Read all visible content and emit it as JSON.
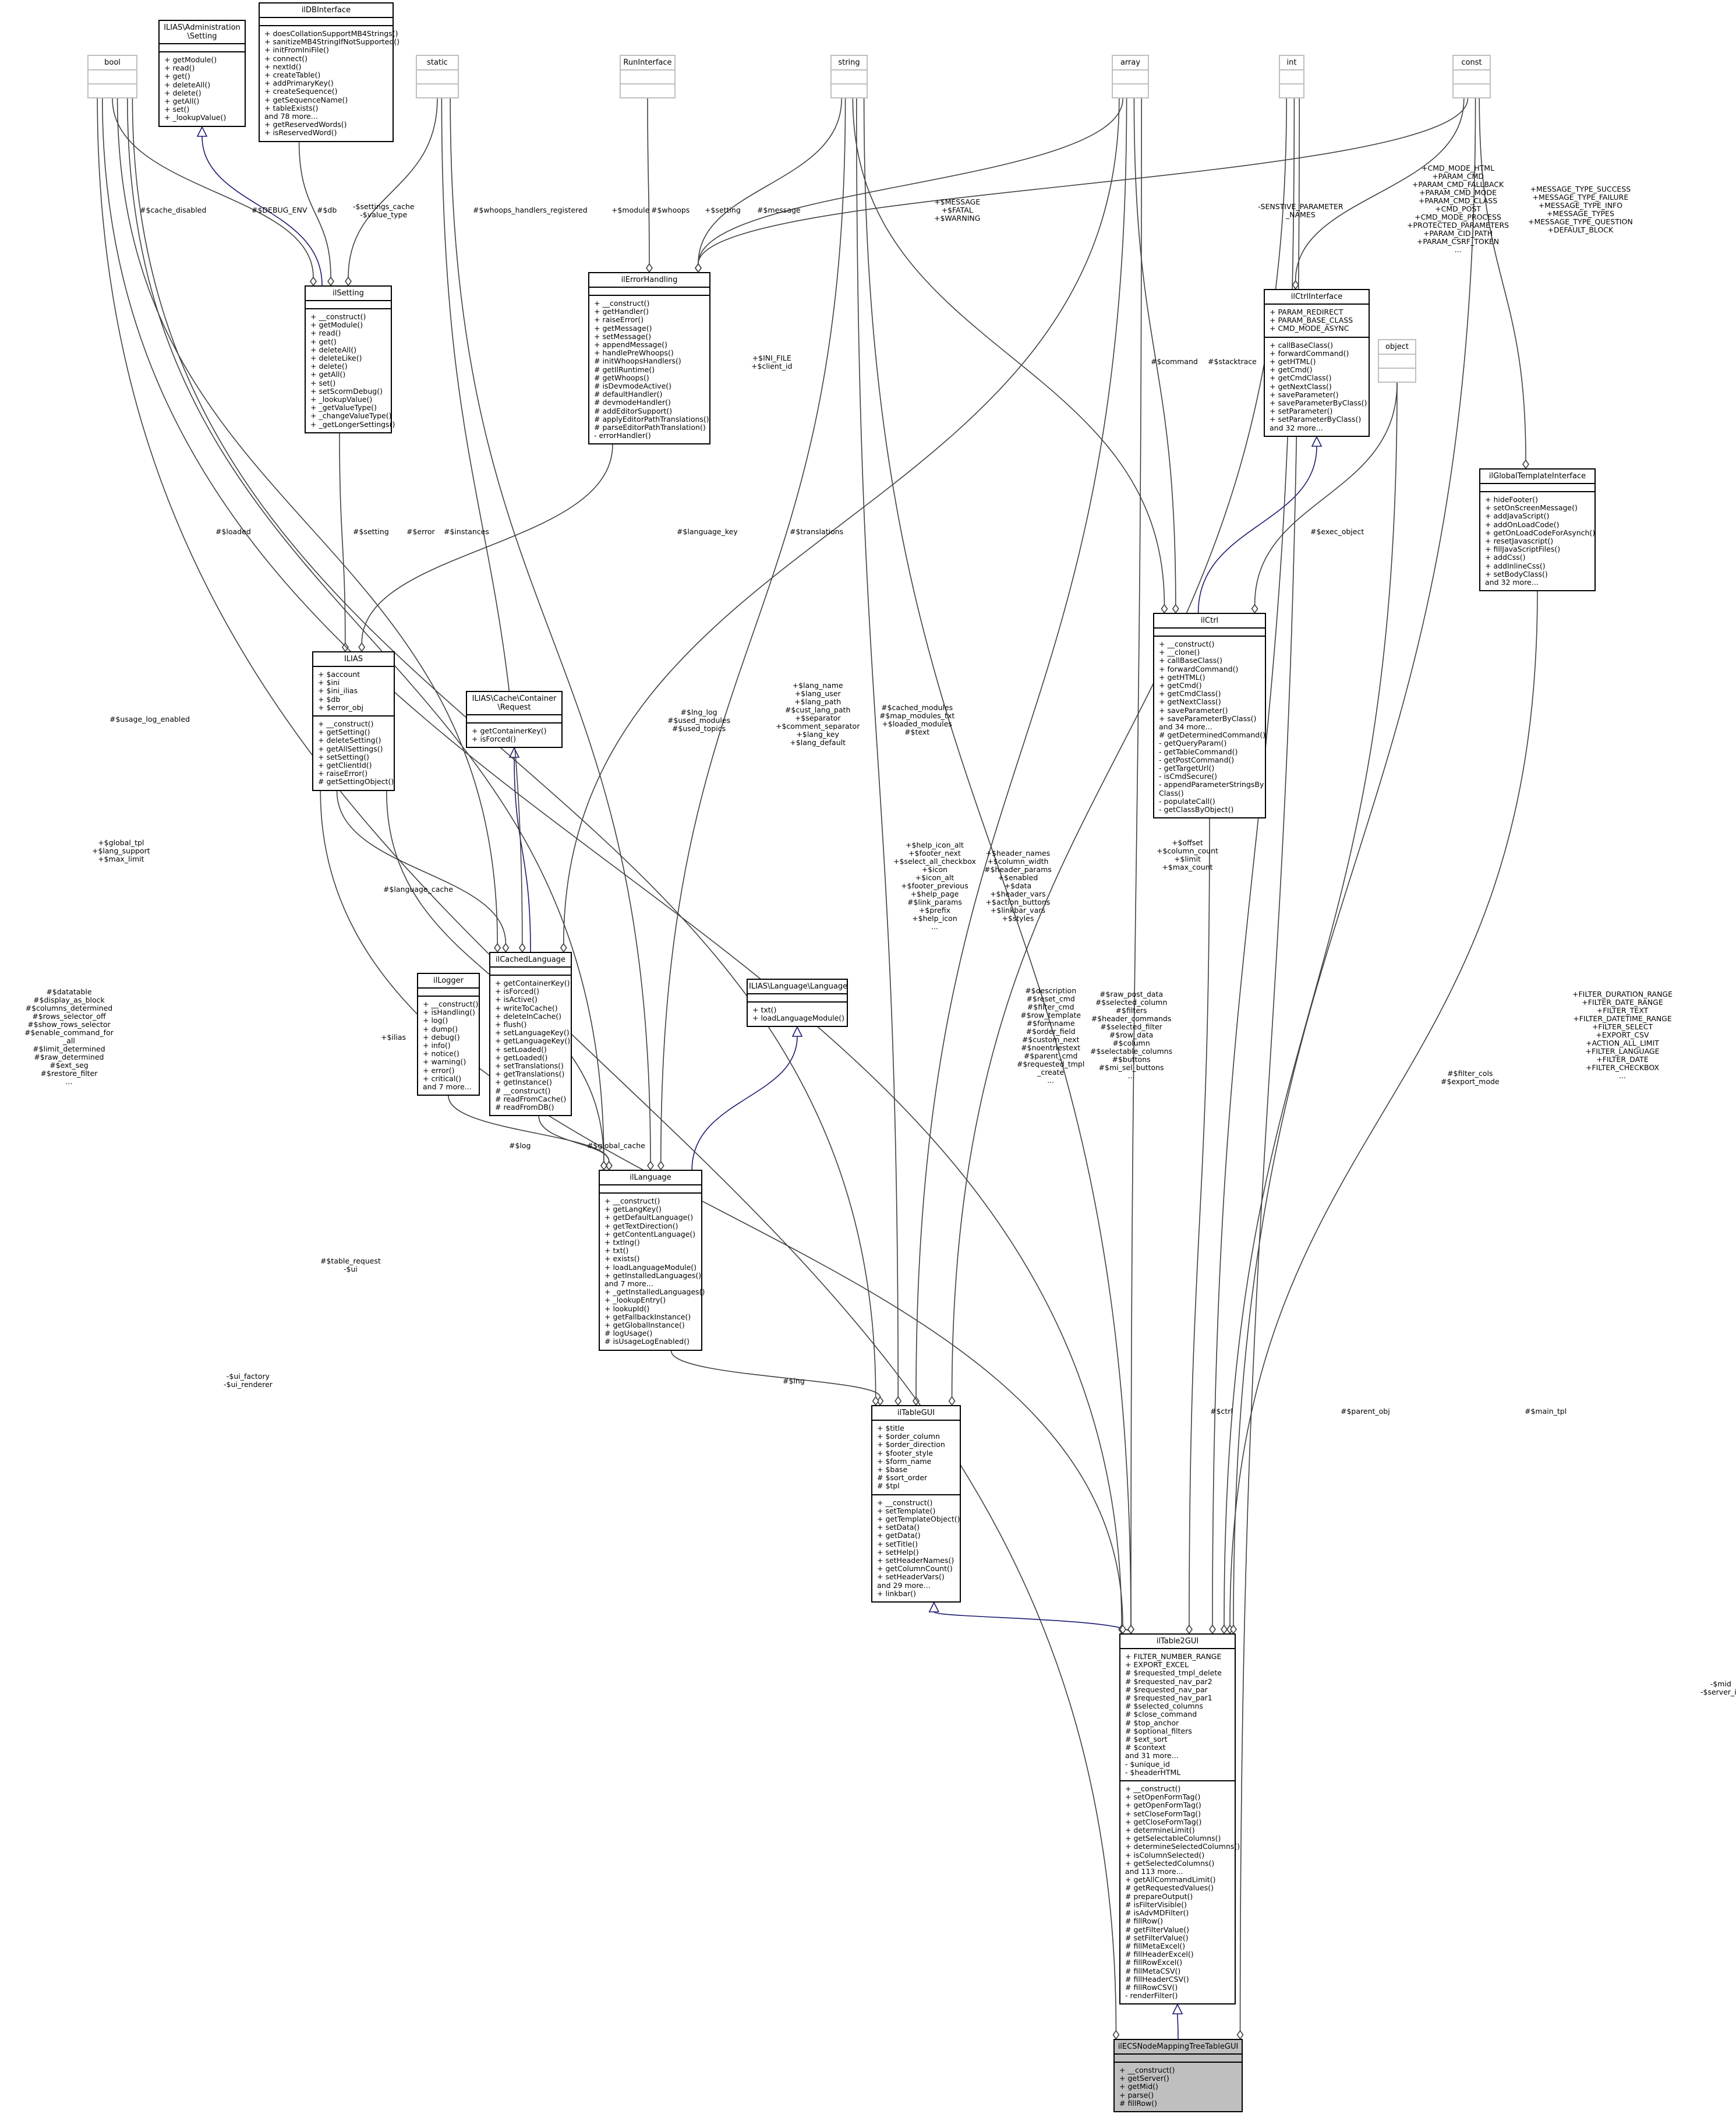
{
  "classes": [
    {
      "id": "bool",
      "name": "bool",
      "stub": true,
      "attrs": [],
      "ops": []
    },
    {
      "id": "adm",
      "name": "ILIAS\\Administration\n\\Setting",
      "attrs": [],
      "ops": [
        "+ getModule()",
        "+ read()",
        "+ get()",
        "+ deleteAll()",
        "+ delete()",
        "+ getAll()",
        "+ set()",
        "+ _lookupValue()"
      ]
    },
    {
      "id": "db",
      "name": "ilDBInterface",
      "attrs": [],
      "ops": [
        "+ doesCollationSupportMB4Strings()",
        "+ sanitizeMB4StringIfNotSupported()",
        "+ initFromIniFile()",
        "+ connect()",
        "+ nextId()",
        "+ createTable()",
        "+ addPrimaryKey()",
        "+ createSequence()",
        "+ getSequenceName()",
        "+ tableExists()",
        "and 78 more...",
        "+ getReservedWords()",
        "+ isReservedWord()"
      ]
    },
    {
      "id": "static",
      "name": "static",
      "stub": true,
      "attrs": [],
      "ops": []
    },
    {
      "id": "run",
      "name": "RunInterface",
      "stub": true,
      "attrs": [],
      "ops": []
    },
    {
      "id": "string",
      "name": "string",
      "stub": true,
      "attrs": [],
      "ops": []
    },
    {
      "id": "array",
      "name": "array",
      "stub": true,
      "attrs": [],
      "ops": []
    },
    {
      "id": "int",
      "name": "int",
      "stub": true,
      "attrs": [],
      "ops": []
    },
    {
      "id": "const",
      "name": "const",
      "stub": true,
      "attrs": [],
      "ops": []
    },
    {
      "id": "setting",
      "name": "ilSetting",
      "attrs": [],
      "ops": [
        "+ __construct()",
        "+ getModule()",
        "+ read()",
        "+ get()",
        "+ deleteAll()",
        "+ deleteLike()",
        "+ delete()",
        "+ getAll()",
        "+ set()",
        "+ setScormDebug()",
        "+ _lookupValue()",
        "+ _getValueType()",
        "+ _changeValueType()",
        "+ _getLongerSettings()"
      ]
    },
    {
      "id": "err",
      "name": "ilErrorHandling",
      "attrs": [],
      "ops": [
        "+ __construct()",
        "+ getHandler()",
        "+ raiseError()",
        "+ getMessage()",
        "+ setMessage()",
        "+ appendMessage()",
        "+ handlePreWhoops()",
        "# initWhoopsHandlers()",
        "# getIlRuntime()",
        "# getWhoops()",
        "# isDevmodeActive()",
        "# defaultHandler()",
        "# devmodeHandler()",
        "# addEditorSupport()",
        "# applyEditorPathTranslations()",
        "# parseEditorPathTranslation()",
        "- errorHandler()"
      ]
    },
    {
      "id": "ctrlif",
      "name": "ilCtrlInterface",
      "attrs": [
        "+ PARAM_REDIRECT",
        "+ PARAM_BASE_CLASS",
        "+ CMD_MODE_ASYNC"
      ],
      "ops": [
        "+ callBaseClass()",
        "+ forwardCommand()",
        "+ getHTML()",
        "+ getCmd()",
        "+ getCmdClass()",
        "+ getNextClass()",
        "+ saveParameter()",
        "+ saveParameterByClass()",
        "+ setParameter()",
        "+ setParameterByClass()",
        "and 32 more..."
      ]
    },
    {
      "id": "object",
      "name": "object",
      "stub": true,
      "attrs": [],
      "ops": []
    },
    {
      "id": "gtpl",
      "name": "ilGlobalTemplateInterface",
      "attrs": [],
      "ops": [
        "+ hideFooter()",
        "+ setOnScreenMessage()",
        "+ addJavaScript()",
        "+ addOnLoadCode()",
        "+ getOnLoadCodeForAsynch()",
        "+ resetJavascript()",
        "+ fillJavaScriptFiles()",
        "+ addCss()",
        "+ addInlineCss()",
        "+ setBodyClass()",
        "and 32 more..."
      ]
    },
    {
      "id": "ctrl",
      "name": "ilCtrl",
      "attrs": [],
      "ops": [
        "+ __construct()",
        "+ __clone()",
        "+ callBaseClass()",
        "+ forwardCommand()",
        "+ getHTML()",
        "+ getCmd()",
        "+ getCmdClass()",
        "+ getNextClass()",
        "+ saveParameter()",
        "+ saveParameterByClass()",
        "and 34 more...",
        "# getDeterminedCommand()",
        "- getQueryParam()",
        "- getTableCommand()",
        "- getPostCommand()",
        "- getTargetUrl()",
        "- isCmdSecure()",
        "- appendParameterStringsBy\nClass()",
        "- populateCall()",
        "- getClassByObject()"
      ]
    },
    {
      "id": "ilias",
      "name": "ILIAS",
      "attrs": [
        "+ $account",
        "+ $ini",
        "+ $ini_ilias",
        "+ $db",
        "+ $error_obj"
      ],
      "ops": [
        "+ __construct()",
        "+ getSetting()",
        "+ deleteSetting()",
        "+ getAllSettings()",
        "+ setSetting()",
        "+ getClientId()",
        "+ raiseError()",
        "# getSettingObject()"
      ]
    },
    {
      "id": "cache",
      "name": "ILIAS\\Cache\\Container\n\\Request",
      "attrs": [],
      "ops": [
        "+ getContainerKey()",
        "+ isForced()"
      ]
    },
    {
      "id": "logger",
      "name": "ilLogger",
      "attrs": [],
      "ops": [
        "+ __construct()",
        "+ isHandling()",
        "+ log()",
        "+ dump()",
        "+ debug()",
        "+ info()",
        "+ notice()",
        "+ warning()",
        "+ error()",
        "+ critical()",
        "and 7 more..."
      ]
    },
    {
      "id": "cachedlang",
      "name": "ilCachedLanguage",
      "attrs": [],
      "ops": [
        "+ getContainerKey()",
        "+ isForced()",
        "+ isActive()",
        "+ writeToCache()",
        "+ deleteInCache()",
        "+ flush()",
        "+ setLanguageKey()",
        "+ getLanguageKey()",
        "+ setLoaded()",
        "+ getLoaded()",
        "+ setTranslations()",
        "+ getTranslations()",
        "+ getInstance()",
        "# __construct()",
        "# readFromCache()",
        "# readFromDB()"
      ]
    },
    {
      "id": "langif",
      "name": "ILIAS\\Language\\Language",
      "attrs": [],
      "ops": [
        "+ txt()",
        "+ loadLanguageModule()"
      ]
    },
    {
      "id": "lang",
      "name": "ilLanguage",
      "attrs": [],
      "ops": [
        "+ __construct()",
        "+ getLangKey()",
        "+ getDefaultLanguage()",
        "+ getTextDirection()",
        "+ getContentLanguage()",
        "+ txtlng()",
        "+ txt()",
        "+ exists()",
        "+ loadLanguageModule()",
        "+ getInstalledLanguages()",
        "and 7 more...",
        "+ _getInstalledLanguages()",
        "+ _lookupEntry()",
        "+ lookupId()",
        "+ getFallbackInstance()",
        "+ getGlobalInstance()",
        "# logUsage()",
        "# isUsageLogEnabled()"
      ]
    },
    {
      "id": "table",
      "name": "ilTableGUI",
      "attrs": [
        "+ $title",
        "+ $order_column",
        "+ $order_direction",
        "+ $footer_style",
        "+ $form_name",
        "+ $base",
        "# $sort_order",
        "# $tpl"
      ],
      "ops": [
        "+ __construct()",
        "+ setTemplate()",
        "+ getTemplateObject()",
        "+ setData()",
        "+ getData()",
        "+ setTitle()",
        "+ setHelp()",
        "+ setHeaderNames()",
        "+ getColumnCount()",
        "+ setHeaderVars()",
        "and 29 more...",
        "+ linkbar()"
      ]
    },
    {
      "id": "table2",
      "name": "ilTable2GUI",
      "attrs": [
        "+ FILTER_NUMBER_RANGE",
        "+ EXPORT_EXCEL",
        "# $requested_tmpl_delete",
        "# $requested_nav_par2",
        "# $requested_nav_par",
        "# $requested_nav_par1",
        "# $selected_columns",
        "# $close_command",
        "# $top_anchor",
        "# $optional_filters",
        "# $ext_sort",
        "# $context",
        "and 31 more...",
        "- $unique_id",
        "- $headerHTML"
      ],
      "ops": [
        "+ __construct()",
        "+ setOpenFormTag()",
        "+ getOpenFormTag()",
        "+ setCloseFormTag()",
        "+ getCloseFormTag()",
        "+ determineLimit()",
        "+ getSelectableColumns()",
        "+ determineSelectedColumns()",
        "+ isColumnSelected()",
        "+ getSelectedColumns()",
        "and 113 more...",
        "+ getAllCommandLimit()",
        "# getRequestedValues()",
        "# prepareOutput()",
        "# isFilterVisible()",
        "# isAdvMDFilter()",
        "# fillRow()",
        "# getFilterValue()",
        "# setFilterValue()",
        "# fillMetaExcel()",
        "# fillHeaderExcel()",
        "# fillRowExcel()",
        "# fillMetaCSV()",
        "# fillHeaderCSV()",
        "# fillRowCSV()",
        "- renderFilter()"
      ]
    },
    {
      "id": "ecs",
      "name": "ilECSNodeMappingTreeTableGUI",
      "hl": true,
      "attrs": [],
      "ops": [
        "+ __construct()",
        "+ getServer()",
        "+ getMid()",
        "+ parse()",
        "# fillRow()"
      ]
    }
  ],
  "edge_labels": [
    {
      "id": "e1",
      "text": "#$cache_disabled"
    },
    {
      "id": "e2",
      "text": "#$DEBUG_ENV"
    },
    {
      "id": "e3",
      "text": "#$db"
    },
    {
      "id": "e4",
      "text": "-$settings_cache\n-$value_type"
    },
    {
      "id": "e5",
      "text": "#$whoops_handlers_registered"
    },
    {
      "id": "e6",
      "text": "+$module"
    },
    {
      "id": "e7",
      "text": "#$whoops"
    },
    {
      "id": "e8",
      "text": "+$setting"
    },
    {
      "id": "e9",
      "text": "#$message"
    },
    {
      "id": "e10",
      "text": "+$MESSAGE\n+$FATAL\n+$WARNING"
    },
    {
      "id": "e11",
      "text": "-SENSTIVE_PARAMETER\n_NAMES"
    },
    {
      "id": "e12",
      "text": "+CMD_MODE_HTML\n+PARAM_CMD\n+PARAM_CMD_FALLBACK\n+PARAM_CMD_MODE\n+PARAM_CMD_CLASS\n+CMD_POST\n+CMD_MODE_PROCESS\n+PROTECTED_PARAMETERS\n+PARAM_CID_PATH\n+PARAM_CSRF_TOKEN\n..."
    },
    {
      "id": "e13",
      "text": "+MESSAGE_TYPE_SUCCESS\n+MESSAGE_TYPE_FAILURE\n+MESSAGE_TYPE_INFO\n+MESSAGE_TYPES\n+MESSAGE_TYPE_QUESTION\n+DEFAULT_BLOCK"
    },
    {
      "id": "e14",
      "text": "+$INI_FILE\n+$client_id"
    },
    {
      "id": "e15",
      "text": "#$command"
    },
    {
      "id": "e16",
      "text": "#$stacktrace"
    },
    {
      "id": "e17",
      "text": "#$loaded"
    },
    {
      "id": "e18",
      "text": "#$setting"
    },
    {
      "id": "e19",
      "text": "#$error"
    },
    {
      "id": "e20",
      "text": "#$instances"
    },
    {
      "id": "e21",
      "text": "#$language_key"
    },
    {
      "id": "e22",
      "text": "#$translations"
    },
    {
      "id": "e23",
      "text": "#$exec_object"
    },
    {
      "id": "e24",
      "text": "#$usage_log_enabled"
    },
    {
      "id": "e25",
      "text": "+$lang_name\n+$lang_user\n+$lang_path\n#$cust_lang_path\n+$separator\n+$comment_separator\n+$lang_key\n+$lang_default"
    },
    {
      "id": "e26",
      "text": "#$lng_log\n#$used_modules\n#$used_topics"
    },
    {
      "id": "e27",
      "text": "#$cached_modules\n#$map_modules_txt\n+$loaded_modules\n#$text"
    },
    {
      "id": "e28",
      "text": "+$help_icon_alt\n+$footer_next\n+$select_all_checkbox\n+$icon\n+$icon_alt\n+$footer_previous\n+$help_page\n#$link_params\n+$prefix\n+$help_icon\n..."
    },
    {
      "id": "e29",
      "text": "+$header_names\n+$column_width\n#$header_params\n+$enabled\n+$data\n+$header_vars\n+$action_buttons\n+$linkbar_vars\n+$styles"
    },
    {
      "id": "e30",
      "text": "+$offset\n+$column_count\n+$limit\n+$max_count"
    },
    {
      "id": "e31",
      "text": "+$global_tpl\n+$lang_support\n+$max_limit"
    },
    {
      "id": "e32",
      "text": "#$language_cache"
    },
    {
      "id": "e33",
      "text": "#$datatable\n#$display_as_block\n#$columns_determined\n#$rows_selector_off\n#$show_rows_selector\n#$enable_command_for\n_all\n#$limit_determined\n#$raw_determined\n#$ext_seg\n#$restore_filter\n..."
    },
    {
      "id": "e34",
      "text": "+$ilias"
    },
    {
      "id": "e35",
      "text": "#$log"
    },
    {
      "id": "e36",
      "text": "#$global_cache"
    },
    {
      "id": "e37",
      "text": "#$description\n#$reset_cmd\n#$filter_cmd\n#$row_template\n#$formname\n#$order_field\n#$custom_next\n#$noentriestext\n#$parent_cmd\n#$requested_tmpl\n_create\n..."
    },
    {
      "id": "e38",
      "text": "#$raw_post_data\n#$selected_column\n#$filters\n#$header_commands\n#$selected_filter\n#$row_data\n#$column\n#$selectable_columns\n#$buttons\n#$mi_sel_buttons\n..."
    },
    {
      "id": "e39",
      "text": "#$filter_cols\n#$export_mode"
    },
    {
      "id": "e40",
      "text": "+FILTER_DURATION_RANGE\n+FILTER_DATE_RANGE\n+FILTER_TEXT\n+FILTER_DATETIME_RANGE\n+FILTER_SELECT\n+EXPORT_CSV\n+ACTION_ALL_LIMIT\n+FILTER_LANGUAGE\n+FILTER_DATE\n+FILTER_CHECKBOX\n..."
    },
    {
      "id": "e41",
      "text": "#$table_request\n-$ui"
    },
    {
      "id": "e42",
      "text": "-$ui_factory\n-$ui_renderer"
    },
    {
      "id": "e43",
      "text": "#$lng"
    },
    {
      "id": "e44",
      "text": "#$parent_obj"
    },
    {
      "id": "e45",
      "text": "#$ctrl"
    },
    {
      "id": "e46",
      "text": "#$main_tpl"
    },
    {
      "id": "e47",
      "text": "-$mid\n-$server_id"
    }
  ]
}
